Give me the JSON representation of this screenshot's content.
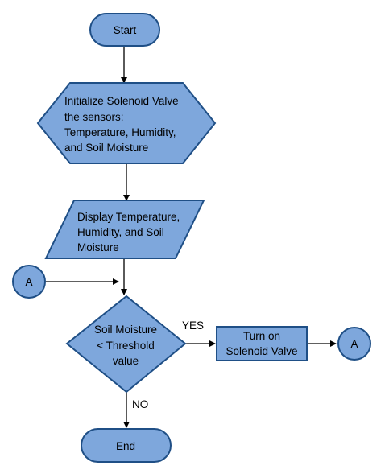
{
  "colors": {
    "node_fill": "#7ea7dc",
    "node_stroke": "#1f4f86",
    "edge": "#000000",
    "background": "#ffffff"
  },
  "nodes": {
    "start": {
      "label": "Start"
    },
    "init": {
      "lines": [
        "Initialize Solenoid Valve",
        "the sensors:",
        "Temperature, Humidity,",
        "and Soil Moisture"
      ]
    },
    "display": {
      "lines": [
        "Display Temperature,",
        "Humidity, and Soil",
        "Moisture"
      ]
    },
    "connector_in": {
      "label": "A"
    },
    "decision": {
      "lines": [
        "Soil Moisture",
        "< Threshold",
        "value"
      ]
    },
    "action": {
      "lines": [
        "Turn on",
        "Solenoid Valve"
      ]
    },
    "connector_out": {
      "label": "A"
    },
    "end": {
      "label": "End"
    }
  },
  "edges": {
    "yes_label": "YES",
    "no_label": "NO"
  }
}
